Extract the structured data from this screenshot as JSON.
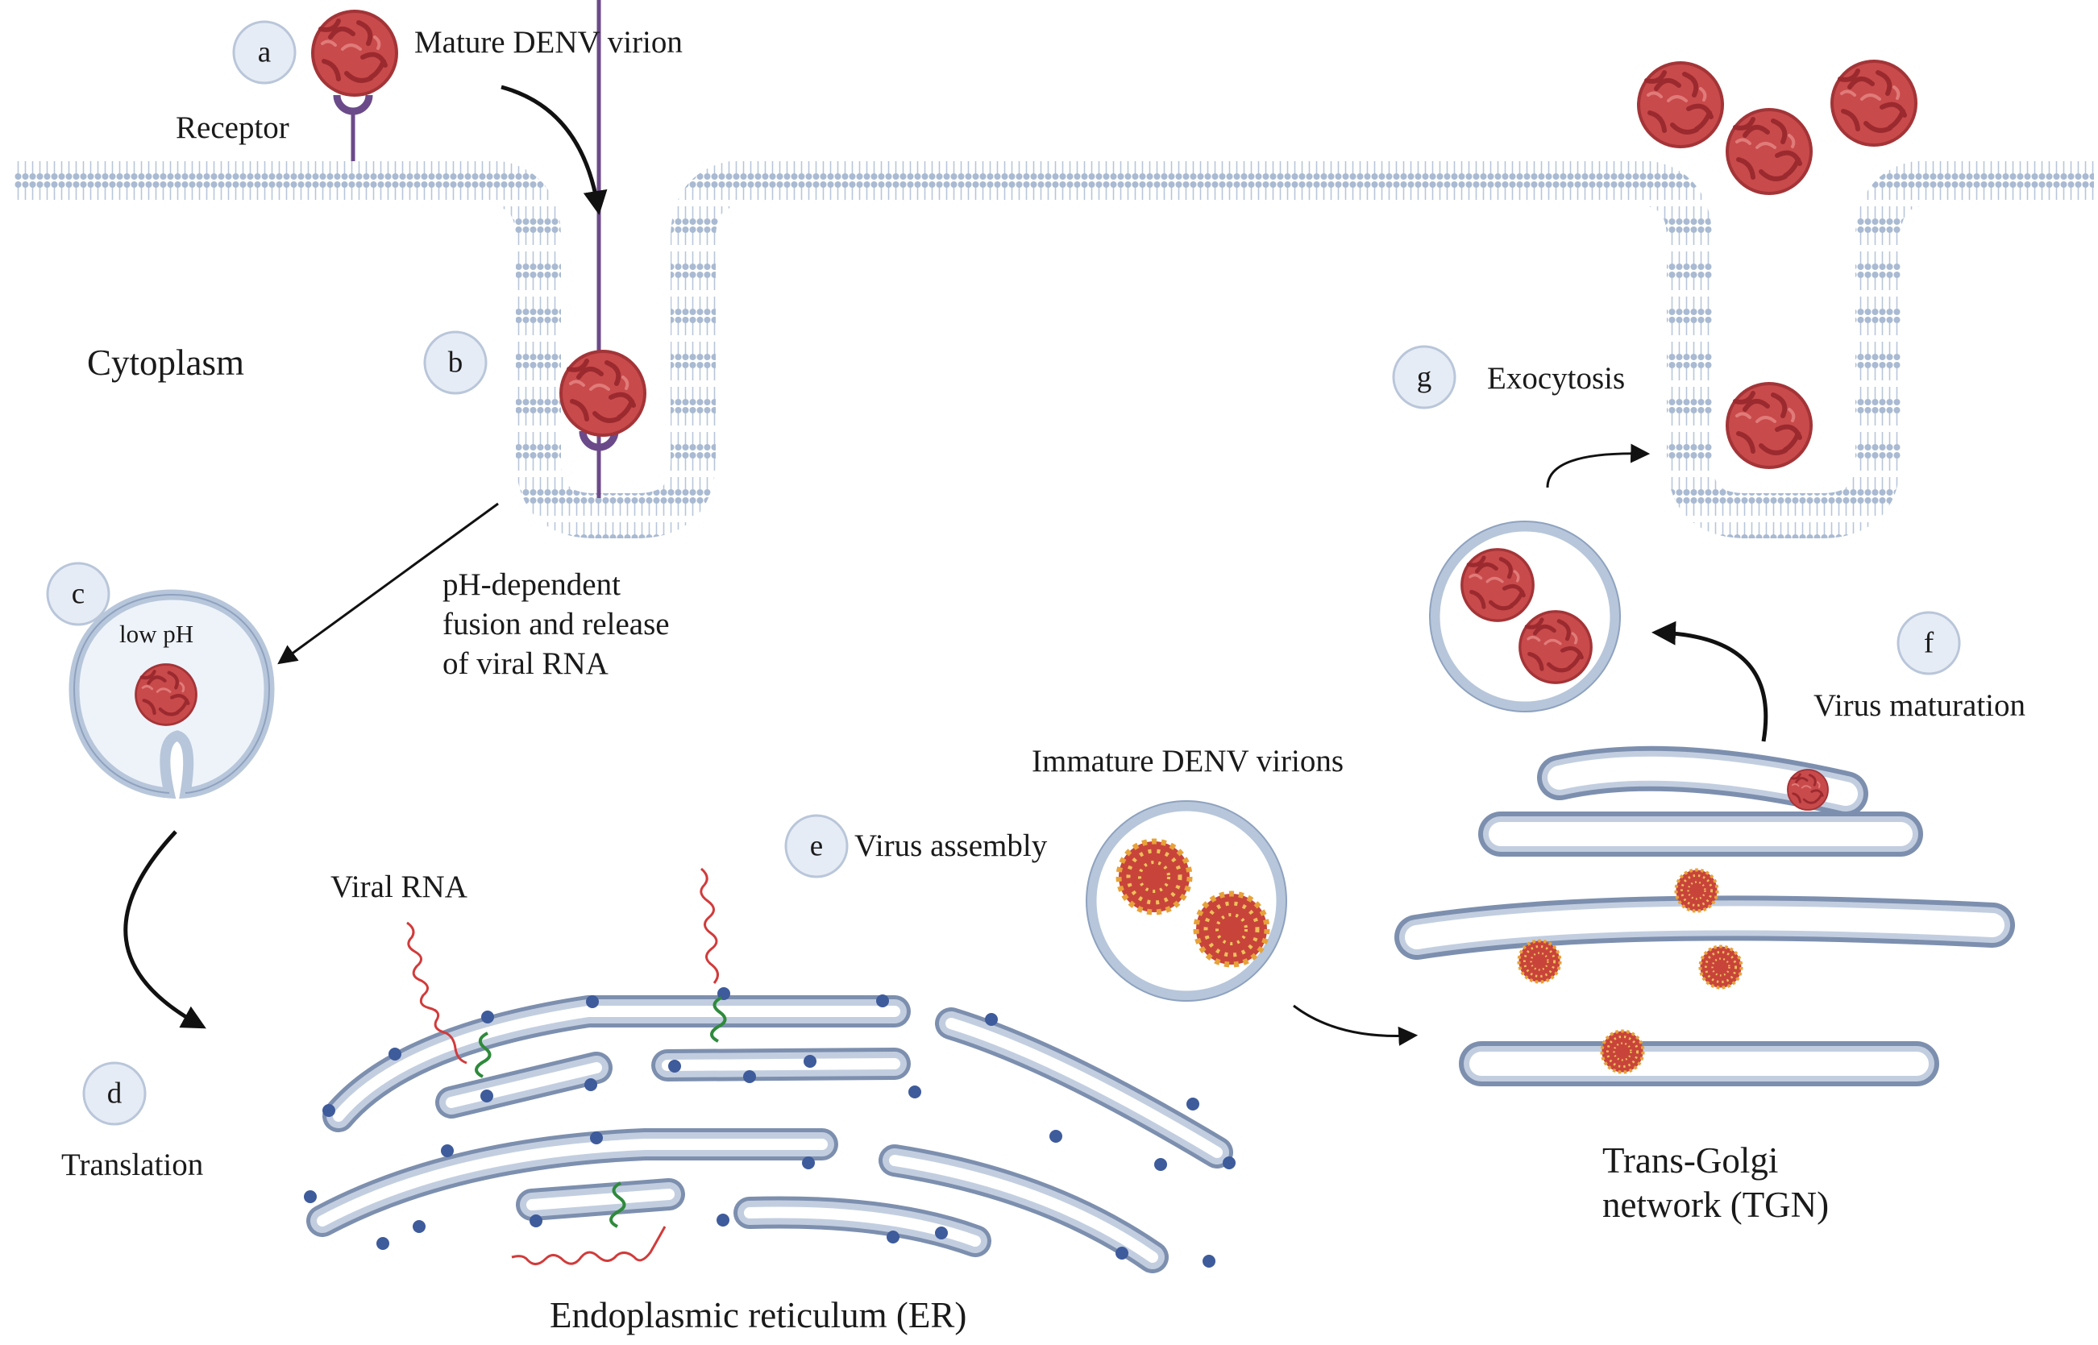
{
  "colors": {
    "membrane": "#b7c6da",
    "membrane_edge": "#8ea2bf",
    "virion": "#c9494a",
    "virion_dark": "#9e2f33",
    "receptor": "#6b4a8a",
    "organelle_fill": "#c2cee0",
    "organelle_edge": "#7d8fae",
    "ribosome": "#3e5b9b",
    "viral_rna": "#d13b3b",
    "rna_green": "#2f8a3c",
    "step_circle_fill": "#e6ecf5",
    "step_circle_edge": "#b9c6da",
    "arrow": "#111111"
  },
  "steps": {
    "a": "a",
    "b": "b",
    "c": "c",
    "d": "d",
    "e": "e",
    "f": "f",
    "g": "g"
  },
  "labels": {
    "mature_virion": "Mature DENV virion",
    "receptor": "Receptor",
    "cytoplasm": "Cytoplasm",
    "low_ph": "low pH",
    "fusion_line1": "pH-dependent",
    "fusion_line2": "fusion and release",
    "fusion_line3": "of viral RNA",
    "translation": "Translation",
    "viral_rna": "Viral RNA",
    "virus_assembly": "Virus assembly",
    "immature_virions": "Immature DENV virions",
    "er": "Endoplasmic reticulum (ER)",
    "tgn_line1": "Trans-Golgi",
    "tgn_line2": "network (TGN)",
    "virus_maturation": "Virus maturation",
    "exocytosis": "Exocytosis"
  },
  "icons": [
    "mature-virion-icon",
    "immature-virion-icon",
    "receptor-icon",
    "ribosome-icon",
    "viral-rna-icon",
    "endosome-icon",
    "vesicle-icon",
    "er-icon",
    "golgi-icon",
    "membrane-icon"
  ]
}
